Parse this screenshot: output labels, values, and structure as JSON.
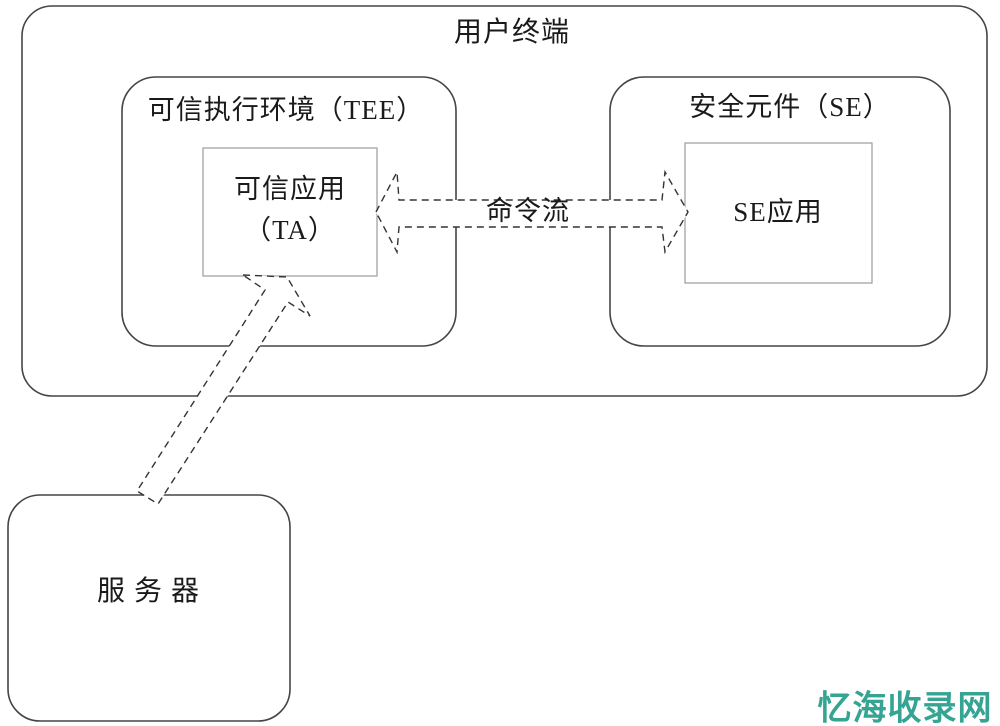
{
  "diagram": {
    "title": "用户终端",
    "tee": {
      "label": "可信执行环境（TEE）",
      "ta": {
        "line1": "可信应用",
        "line2": "（TA）"
      }
    },
    "se": {
      "label": "安全元件（SE）",
      "app_label": "SE应用"
    },
    "command_flow_label": "命令流",
    "server_label": "服务器"
  },
  "watermark": {
    "text": "忆海收录网",
    "color": "#35a493"
  },
  "colors": {
    "box_stroke": "#454545",
    "inner_box_stroke": "#9b9b9b",
    "arrow_stroke": "#333333",
    "text": "#1a1a1a",
    "background": "#ffffff"
  }
}
